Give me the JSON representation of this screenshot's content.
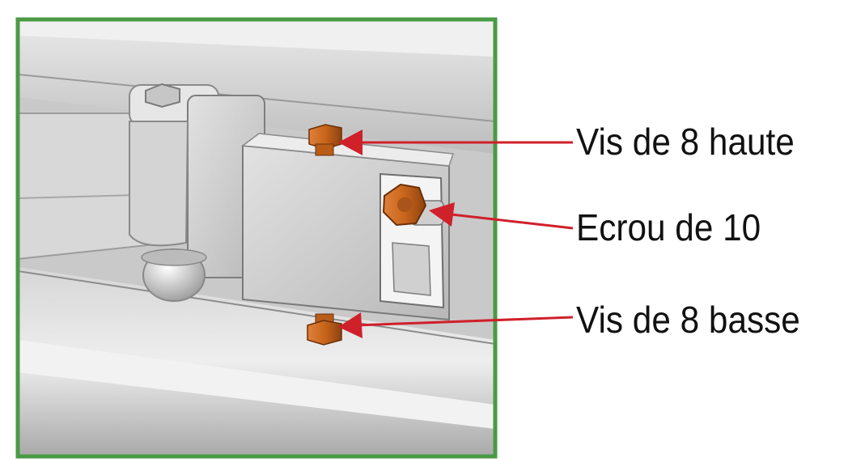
{
  "callouts": [
    {
      "label": "Vis de 8 haute",
      "part": "upper-bolt"
    },
    {
      "label": "Ecrou de 10",
      "part": "nut"
    },
    {
      "label": "Vis de 8 basse",
      "part": "lower-bolt"
    }
  ],
  "colors": {
    "frame": "#4a9a44",
    "arrow": "#d0202a",
    "hardware": "#c8651b",
    "hardware_dark": "#8f4210",
    "metal_light": "#dcdcdc",
    "metal_mid": "#c4c4c4",
    "metal_dark": "#8a8a8a"
  }
}
